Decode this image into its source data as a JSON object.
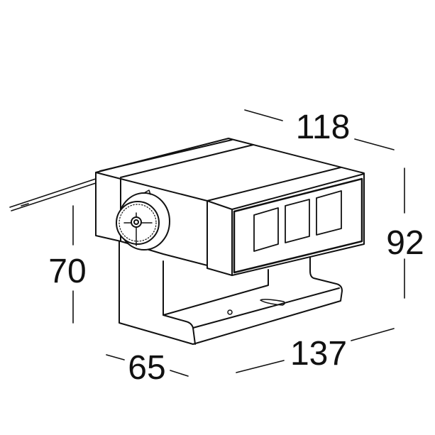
{
  "dimensions": {
    "depth_top": "118",
    "height_right": "92",
    "bracket_height": "70",
    "bracket_depth": "65",
    "length": "137"
  },
  "colors": {
    "line": "#111111",
    "background": "#ffffff"
  }
}
